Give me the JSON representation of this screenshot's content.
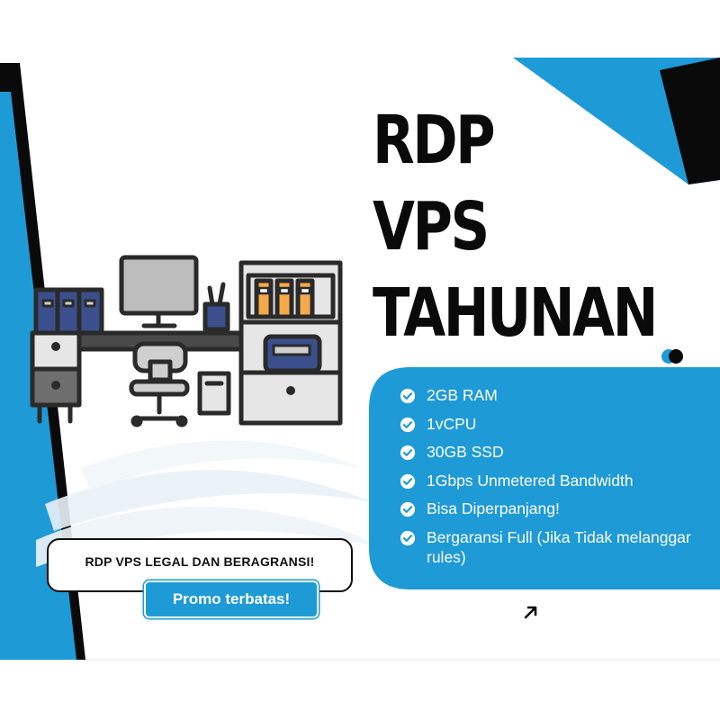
{
  "colors": {
    "accent_blue": "#1e9ad6",
    "dark": "#0a0a0a",
    "white": "#ffffff",
    "folder_blue": "#3a4f8c",
    "folder_orange": "#f5a94a",
    "furniture_grey": "#cfcfcf"
  },
  "headline": {
    "line1": "RDP",
    "line2": "VPS",
    "line3": "TAHUNAN"
  },
  "features": [
    "2GB RAM",
    "1vCPU",
    "30GB SSD",
    "1Gbps Unmetered Bandwidth",
    "Bisa Diperpanjang!",
    "Bergaransi Full (Jika Tidak melanggar rules)"
  ],
  "legal_text": "RDP VPS LEGAL DAN BERAGRANSI!",
  "promo_label": "Promo terbatas!",
  "icons": {
    "check": "check-circle-icon",
    "arrow": "arrow-up-right-icon",
    "illustration": "office-desk-illustration"
  }
}
